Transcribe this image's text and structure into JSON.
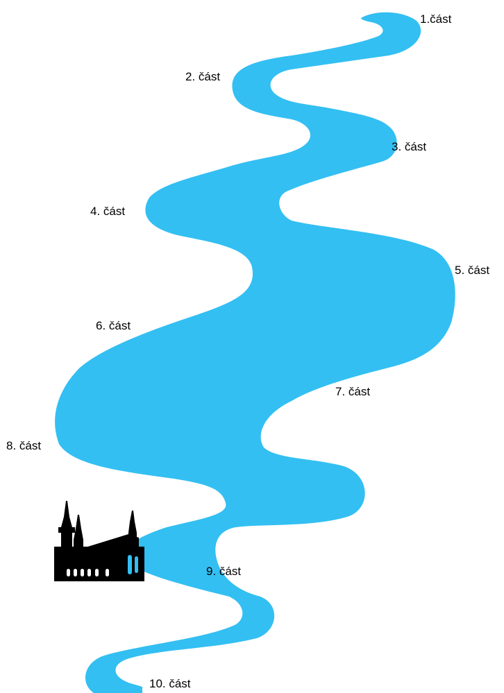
{
  "river": {
    "color": "#33bff2",
    "labels": [
      "1.část",
      "2. část",
      "3. část",
      "4. část",
      "5. část",
      "6. část",
      "7. část",
      "8. část",
      "9. část",
      "10. část"
    ]
  },
  "church": {
    "color": "#000000",
    "window_color": "#33bff2"
  }
}
